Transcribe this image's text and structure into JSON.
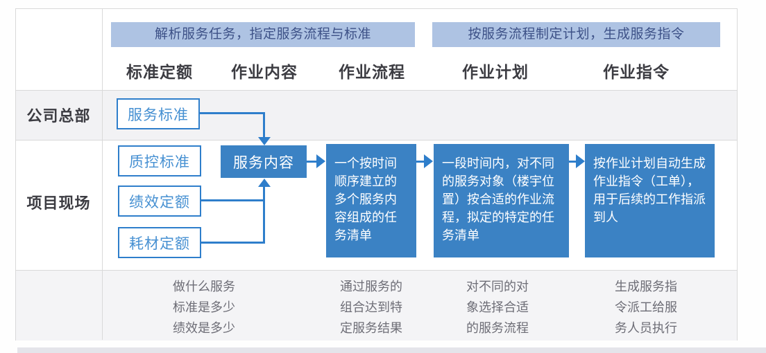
{
  "header": {
    "phase1": "解析服务任务，指定服务流程与标准",
    "phase2": "按服务流程制定计划，生成服务指令",
    "columns": [
      "标准定额",
      "作业内容",
      "作业流程",
      "作业计划",
      "作业指令"
    ]
  },
  "rows": {
    "hq_label": "公司总部",
    "site_label": "项目现场"
  },
  "boxes": {
    "service_standard": "服务标准",
    "quality_standard": "质控标准",
    "performance_quota": "绩效定额",
    "consumable_quota": "耗材定额",
    "service_content": "服务内容",
    "work_flow_desc": "一个按时间\n顺序建立的\n多个服务内\n容组成的任\n务清单",
    "work_plan_desc": "一段时间内，对不同\n的服务对象（楼宇位\n置）按合适的作业流\n程，拟定的特定的任\n务清单",
    "work_order_desc": "按作业计划自动生成\n作业指令（工单），\n用于后续的工作指派\n到人"
  },
  "notes": [
    "做什么服务\n标准是多少\n绩效是多少",
    "通过服务的\n组合达到特\n定服务结果",
    "对不同的对\n象选择合适\n的服务流程",
    "生成服务指\n令派工给服\n务人员执行"
  ],
  "colors": {
    "accent_blue": "#2e7ecb",
    "solid_box_bg": "#3b82c4",
    "phase_bar_bg": "#aec3e3",
    "phase_bar_text": "#3d5187",
    "outline_box_text": "#4690d2",
    "grid_line": "#d9d9d9",
    "row_shade": "#f2f2f4",
    "note_text": "#6d6d76",
    "heading_text": "#3c3c42"
  }
}
